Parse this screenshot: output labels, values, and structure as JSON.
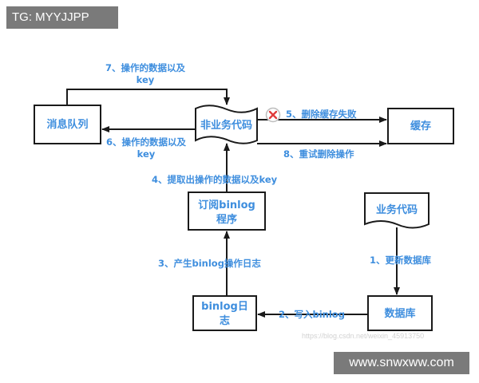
{
  "watermark_top": "TG: MYYJJPP",
  "watermark_bottom": "www.snwxww.com",
  "faint_watermark": "https://blog.csdn.net/weixin_45913750",
  "nodes": {
    "message_queue": "消息队列",
    "non_business_code": "非业务代码",
    "cache": "缓存",
    "subscribe_binlog_line1": "订阅binlog",
    "subscribe_binlog_line2": "程序",
    "business_code": "业务代码",
    "binlog_log_line1": "binlog日",
    "binlog_log_line2": "志",
    "database": "数据库"
  },
  "edges": {
    "e7_line1": "7、操作的数据以及",
    "e7_line2": "key",
    "e6_line1": "6、操作的数据以及",
    "e6_line2": "key",
    "e5": "5、删除缓存失败",
    "e8": "8、重试删除操作",
    "e4": "4、提取出操作的数据以及key",
    "e3": "3、产生binlog操作日志",
    "e1": "1、更新数据库",
    "e2": "2、写入binlog"
  },
  "colors": {
    "text": "#3e8ede",
    "lines": "#1a1a1a",
    "error": "#e03c3c"
  },
  "icons": {
    "failure": "x-circle-icon"
  }
}
